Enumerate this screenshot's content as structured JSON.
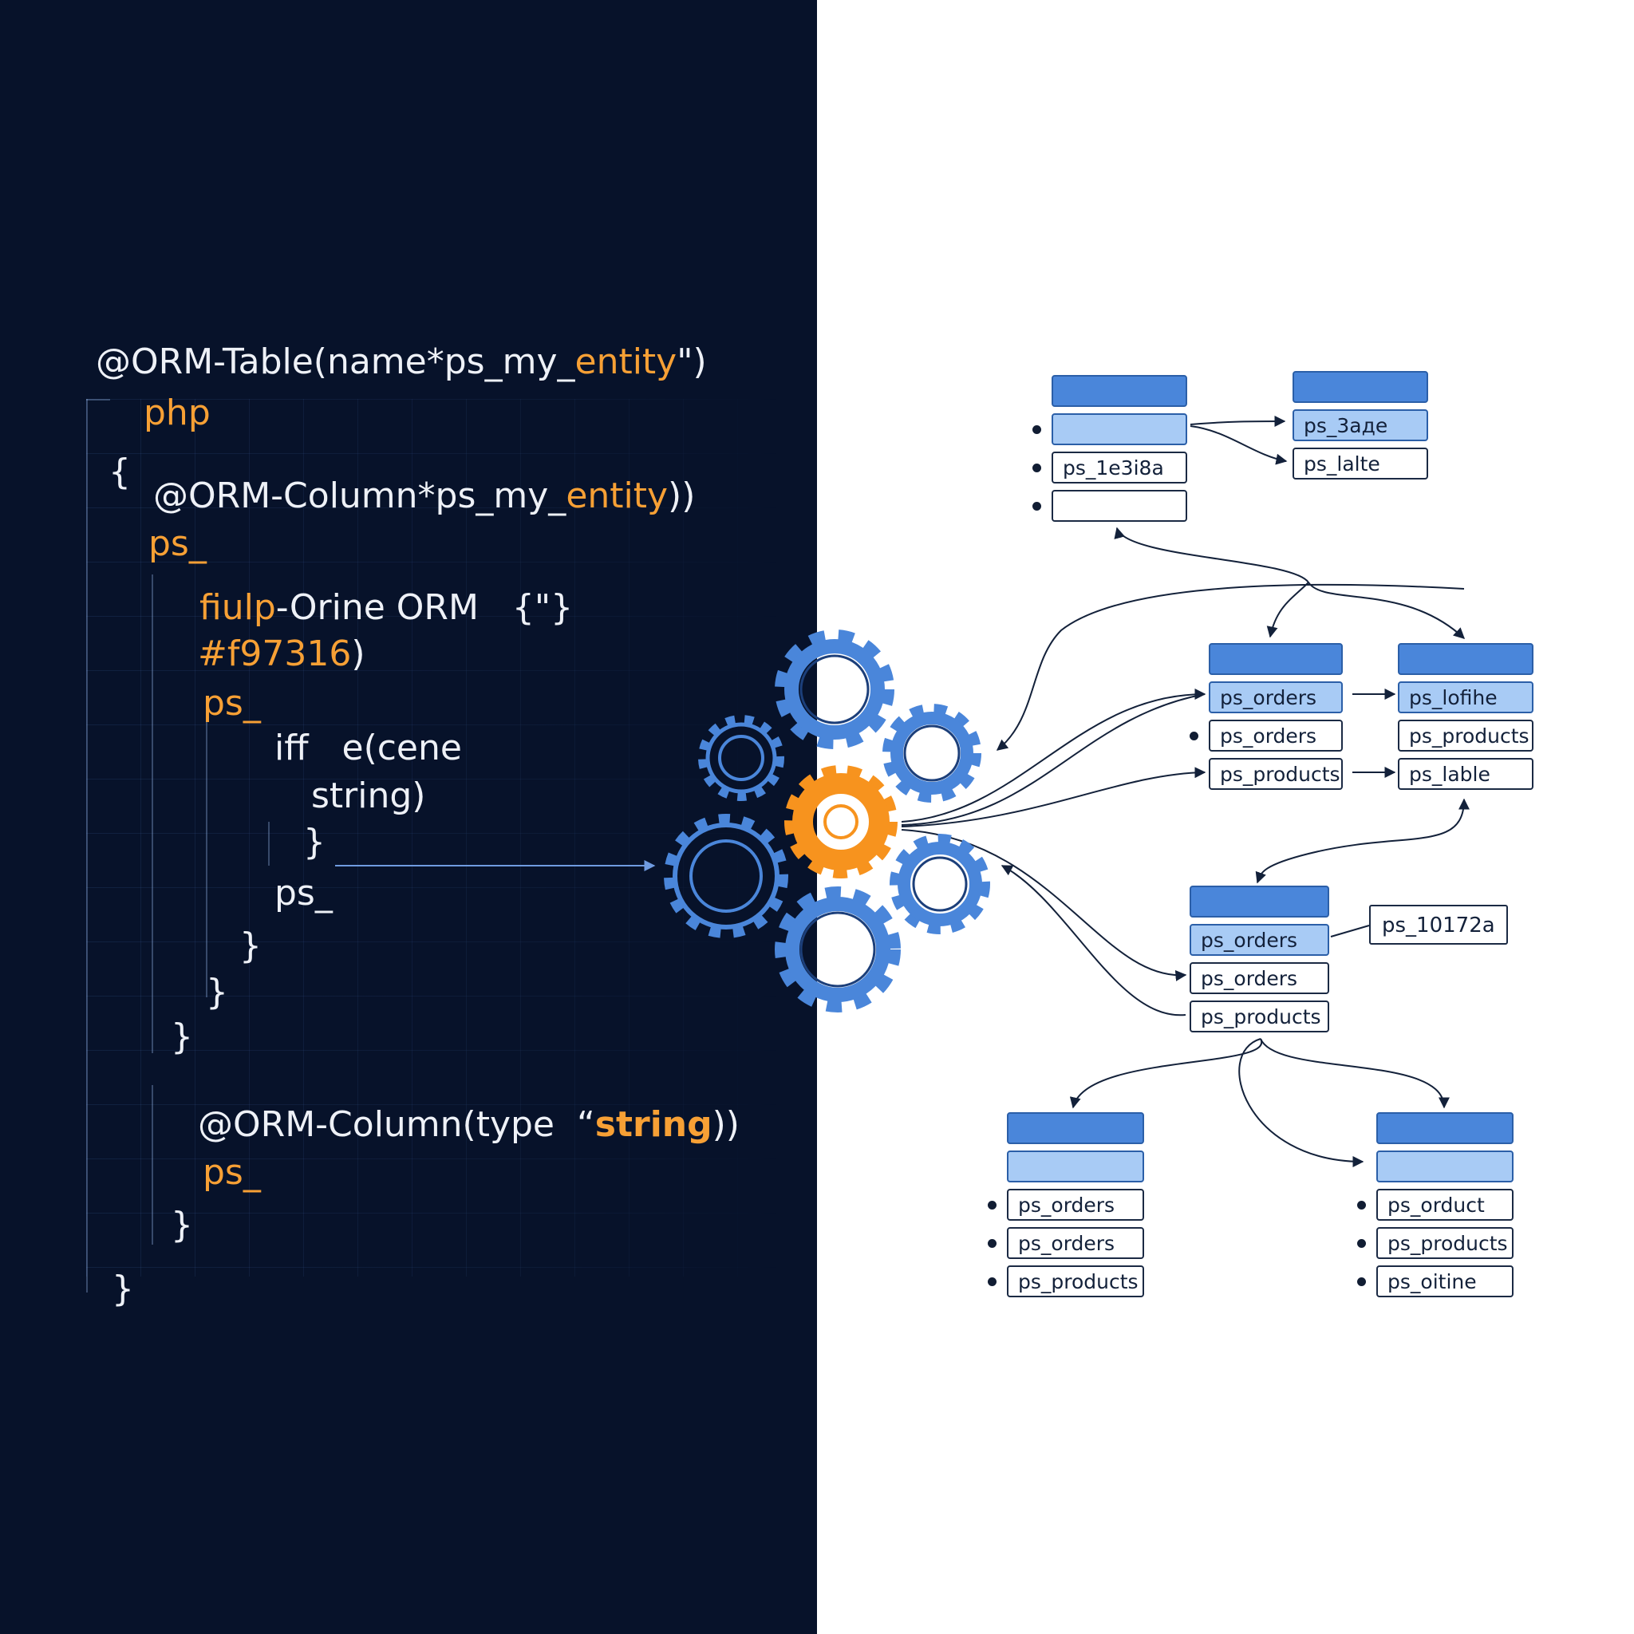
{
  "code": {
    "line1a": "@ORM-Table(name*ps_my_",
    "line1b": "entity",
    "line1c": "\")",
    "line2": "php",
    "line3": "{",
    "line4a": "@ORM-Column*ps_my_",
    "line4b": "entity",
    "line4c": "))",
    "line5": "ps_",
    "line6a": "fiulp",
    "line6b": "-Orine ORM   {\"}",
    "line7a": "#f97316",
    "line7b": ")",
    "line8": "ps_",
    "line9": "iff   e(cene",
    "line10": "string)",
    "line11": "}",
    "line12": "ps_",
    "line13": "}",
    "line14": "}",
    "line15": "}",
    "line16a": "@ORM-Column(type  “",
    "line16b": "string",
    "line16c": "))",
    "line17": "ps_",
    "line18": "}",
    "line19": "}"
  },
  "tables": {
    "t1": {
      "rows": [
        "",
        "ps_1e3i8a",
        ""
      ]
    },
    "t2": {
      "rows": [
        "ps_3aдe",
        "ps_lalte"
      ]
    },
    "t3": {
      "rows": [
        "ps_orders",
        "ps_orders",
        "ps_products"
      ]
    },
    "t4": {
      "rows": [
        "ps_lofihe",
        "ps_products",
        "ps_lable"
      ]
    },
    "t5": {
      "rows": [
        "ps_orders",
        "ps_orders",
        "ps_products"
      ],
      "tag": "ps_10172a"
    },
    "t6": {
      "rows": [
        "",
        "ps_orders",
        "ps_orders",
        "ps_products"
      ]
    },
    "t7": {
      "rows": [
        "",
        "ps_orduct",
        "ps_products",
        "ps_oitine"
      ]
    }
  },
  "colors": {
    "background_left": "#07122a",
    "gear_blue": "#4a86da",
    "gear_orange": "#f7931e",
    "code_orange": "#f7a035",
    "table_header": "#4a86da",
    "table_highlight": "#a8cbf5"
  },
  "icons": [
    "gear-icon",
    "gear-icon-central-orange",
    "arrow-icon"
  ]
}
